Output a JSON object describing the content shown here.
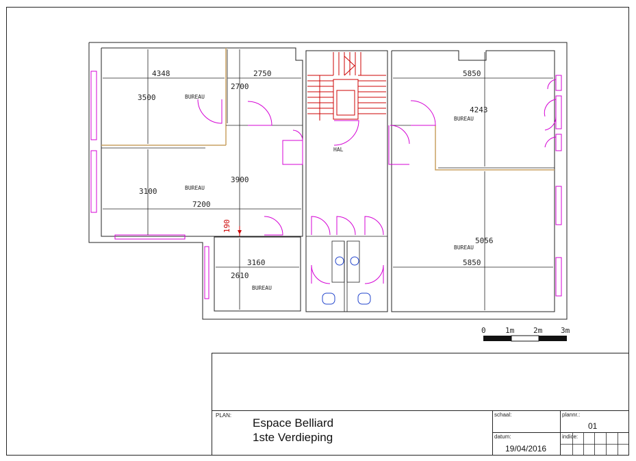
{
  "plan": {
    "dimensions": {
      "d4348": "4348",
      "d2750": "2750",
      "d2700": "2700",
      "d3500": "3500",
      "d3900": "3900",
      "d3100": "3100",
      "d7200": "7200",
      "d190": "190",
      "d3160": "3160",
      "d2610": "2610",
      "d5850a": "5850",
      "d4243": "4243",
      "d5056": "5056",
      "d5850b": "5850"
    },
    "rooms": {
      "bureau1": "BUREAU",
      "bureau2": "BUREAU",
      "bureau3": "BUREAU",
      "bureau4": "BUREAU",
      "bureau5": "BUREAU",
      "hal": "HAL"
    },
    "scale_bar": {
      "t0": "0",
      "t1": "1m",
      "t2": "2m",
      "t3": "3m"
    }
  },
  "title_block": {
    "plan_label": "PLAN:",
    "title_line1": "Espace Belliard",
    "title_line2": "1ste Verdieping",
    "schaal_label": "schaal:",
    "plannr_label": "plannr.:",
    "plannr_value": "01",
    "datum_label": "datum:",
    "datum_value": "19/04/2016",
    "indice_label": "indice:"
  },
  "colors": {
    "walls": "#222222",
    "doors_windows": "#d400d4",
    "stairs": "#cc0000",
    "partitions": "#c8a060",
    "sanitary": "#2244cc"
  }
}
